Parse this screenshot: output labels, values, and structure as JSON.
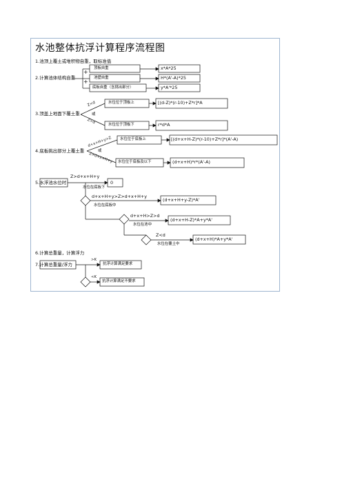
{
  "title": "水池整体抗浮计算程序流程图",
  "steps": {
    "s1": "1.池顶上覆土或堆积物自重，取标准值",
    "s2": "2.计算池体结构自重",
    "s3": "3.顶盖上地面下覆土重",
    "s4": "4.底板挑出部分上覆土重",
    "s5": "5.水浮池水位时",
    "s6": "6.计算总重量，计算浮力",
    "s7": "7.计算总重量/浮力"
  },
  "step2_items": {
    "top": "顶板自重",
    "wall": "池壁自重",
    "bottom": "底板自重（含挑出部分）"
  },
  "step2_formulas": {
    "top": "x*A*25",
    "wall": "H*(A'-A)*25",
    "bottom": "y*A'*25"
  },
  "plus_sign": "+",
  "step3": {
    "cond_upper": "Z<d",
    "or": "或",
    "cond_lower": "Z>d",
    "box_upper": "水位位于顶板上",
    "box_lower": "水位位于顶板下",
    "formula_upper": "[(d-Z)*(r-10)+Z*r]*A",
    "formula_lower": "r*d*A"
  },
  "step4": {
    "cond_upper": "d+x+H+y>Z",
    "or": "或",
    "cond_lower": "Z>d+x+H+y",
    "box_upper": "水位位于底板上",
    "box_lower": "水位位于底板及以下",
    "formula_upper": "[(d+x+H-Z)*(r-10)+Z*r]*(A'-A)",
    "formula_lower": "(d+x+H)*r*(A'-A)"
  },
  "step5": {
    "cond1": "Z>d+x+H+y",
    "note1": "水位在底板下",
    "formula1": "0",
    "cond2": "d+x+H+y>Z>d+x+H+y",
    "note2": "水位在底板中",
    "formula2": "(d+x+H+y-Z)*A'",
    "cond3": "d+x+H>Z>d",
    "note3": "水位在池中",
    "formula3": "(d+x+H-Z)*A+y*A'",
    "cond4": "Z<d",
    "note4": "水位在覆土中",
    "formula4": "(d+x+H)*A+y*A'"
  },
  "step7": {
    "ok_cond": ">K",
    "ok_result": "抗浮计算满足要求",
    "fail_cond": "<K",
    "fail_result": "抗浮计算满足不要求"
  }
}
